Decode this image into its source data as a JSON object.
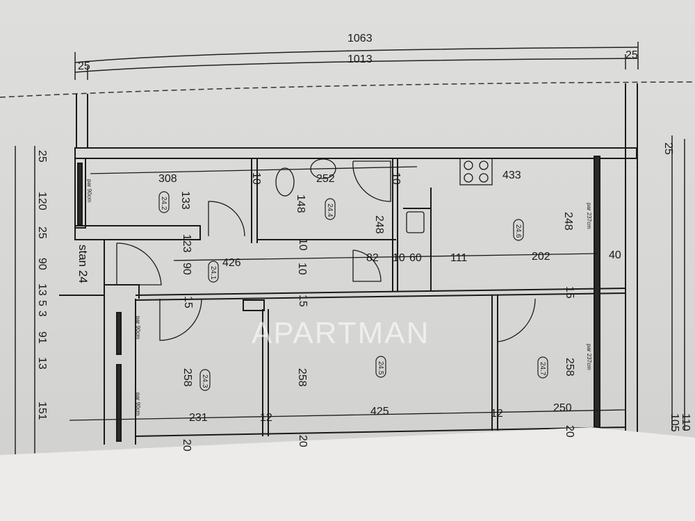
{
  "overall": {
    "total_width": "1063",
    "inner_width": "1013",
    "wall_left": "25",
    "wall_right": "25",
    "right_wall_top": "25",
    "right_edge_1": "110",
    "right_edge_2": "105"
  },
  "left_dims": [
    "25",
    "120",
    "25",
    "90",
    "13",
    "5",
    "3",
    "91",
    "13",
    "151"
  ],
  "stair_label": "stan 24",
  "rooms": [
    {
      "id": "24.1",
      "dims": [
        "426",
        "90",
        "123"
      ]
    },
    {
      "id": "24.2",
      "dims": [
        "308",
        "133"
      ]
    },
    {
      "id": "24.3",
      "dims": [
        "231",
        "258"
      ]
    },
    {
      "id": "24.4",
      "dims": [
        "148",
        "248",
        "252"
      ]
    },
    {
      "id": "24.5",
      "dims": [
        "425",
        "258"
      ]
    },
    {
      "id": "24.6",
      "dims": [
        "433",
        "248",
        "111",
        "202"
      ]
    },
    {
      "id": "24.7",
      "dims": [
        "250",
        "258"
      ]
    }
  ],
  "misc_dims": {
    "wall_10_a": "10",
    "wall_10_b": "10",
    "wall_10_c": "10",
    "door_82": "82",
    "d_10": "10",
    "d_60": "60",
    "d_40": "40",
    "w15_a": "15",
    "w15_b": "15",
    "w15_c": "15",
    "w12_a": "12",
    "w12_b": "12",
    "w20_a": "20",
    "w20_b": "20",
    "w20_c": "20"
  },
  "windows": {
    "w_90": "par 90cm",
    "w_237": "par 237cm"
  },
  "watermark": "APARTMAN"
}
